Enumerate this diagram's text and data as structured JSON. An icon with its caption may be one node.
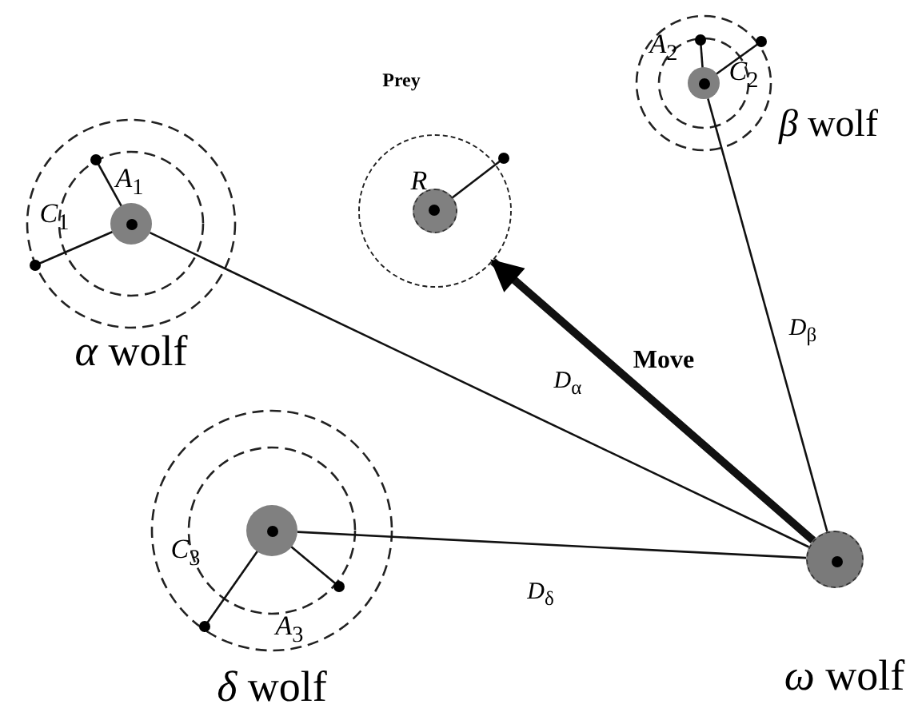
{
  "diagram": {
    "nodes": [
      {
        "text": [
          "*α* wolf"
        ]
      },
      {
        "text": [
          "Prey"
        ]
      },
      {
        "text": [
          "*β* wolf"
        ]
      },
      {
        "text": [
          "*δ* wolf"
        ]
      },
      {
        "text": [
          "*ω* wolf"
        ]
      }
    ],
    "edges": [
      {
        "from": 4,
        "to": 0,
        "arrow": "none",
        "label": "*D*$_{α}$"
      },
      {
        "from": 4,
        "to": 2,
        "arrow": "none",
        "label": "*D*$_{β}$"
      },
      {
        "from": 4,
        "to": 3,
        "arrow": "none",
        "label": "*D*$_{δ}$"
      },
      {
        "from": 4,
        "to": 1,
        "arrow": "to",
        "label": "Move",
        "style": "thick"
      }
    ],
    "labels": [
      "*A*$_{1}$",
      "*C*$_{1}$",
      "*R*",
      "*A*$_{2}$",
      "*C*$_{2}$",
      "*C*$_{3}$",
      "*A*$_{3}$"
    ]
  }
}
